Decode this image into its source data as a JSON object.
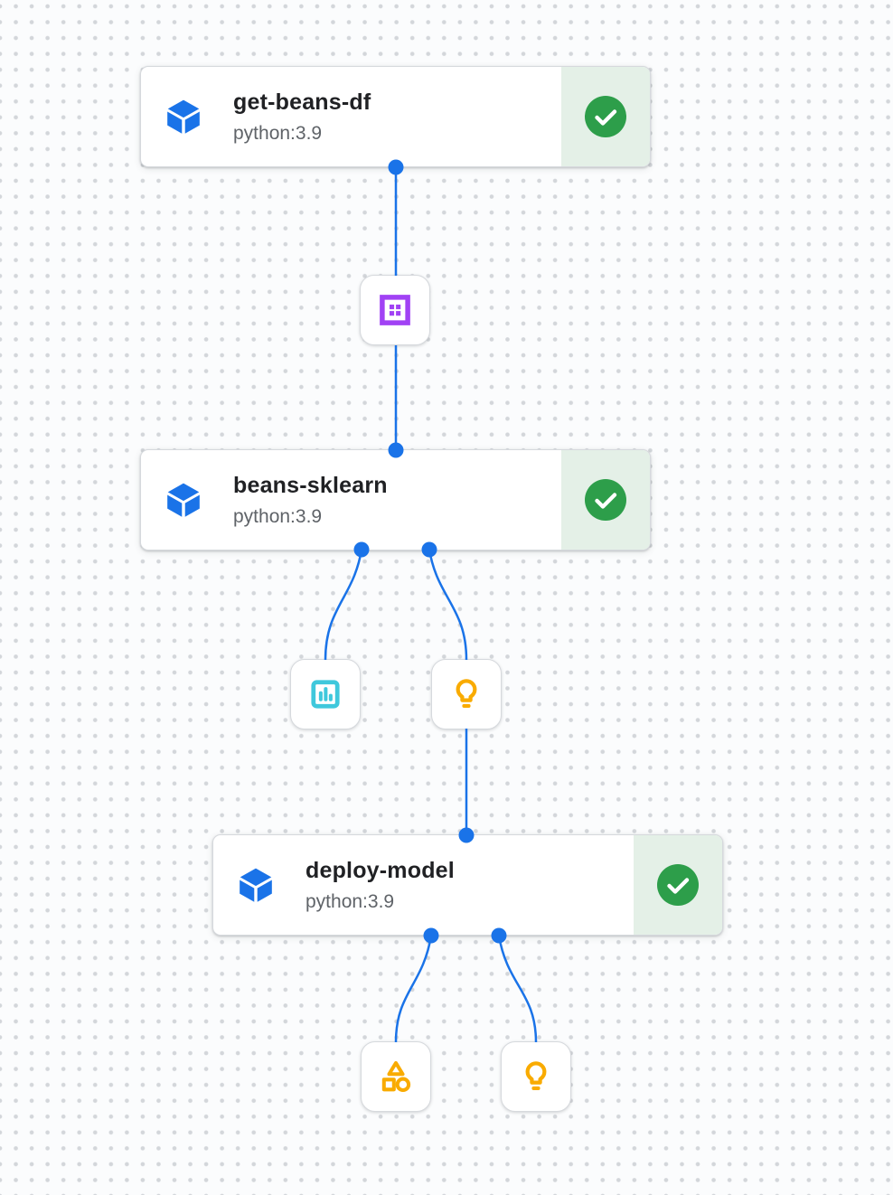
{
  "app": {
    "view": "pipeline-dag-canvas"
  },
  "colors": {
    "bg": "#fbfcfd",
    "dot": "#d3d6da",
    "card-border": "#d6d9dd",
    "title": "#202124",
    "subtitle": "#5f6368",
    "blue": "#1a73e8",
    "green": "#2d9e4a",
    "green-bg": "#e4f0e7",
    "purple": "#a142f4",
    "cyan": "#3fc8dc",
    "amber": "#f9ab00"
  },
  "nodes": [
    {
      "title": "get-beans-df",
      "subtitle": "python:3.9",
      "status": "succeeded",
      "status_icon": "success-check-icon",
      "type_icon": "cube-icon"
    },
    {
      "title": "beans-sklearn",
      "subtitle": "python:3.9",
      "status": "succeeded",
      "status_icon": "success-check-icon",
      "type_icon": "cube-icon"
    },
    {
      "title": "deploy-model",
      "subtitle": "python:3.9",
      "status": "succeeded",
      "status_icon": "success-check-icon",
      "type_icon": "cube-icon"
    }
  ],
  "artifacts": [
    {
      "type": "dataset",
      "icon": "dataset-icon",
      "color": "#a142f4"
    },
    {
      "type": "metrics",
      "icon": "metrics-icon",
      "color": "#3fc8dc"
    },
    {
      "type": "model",
      "icon": "model-icon",
      "color": "#f9ab00"
    },
    {
      "type": "artifact",
      "icon": "artifact-icon",
      "color": "#f9ab00"
    },
    {
      "type": "model",
      "icon": "model-icon",
      "color": "#f9ab00"
    }
  ],
  "edges": [
    {
      "from": "get-beans-df",
      "to": "dataset"
    },
    {
      "from": "dataset",
      "to": "beans-sklearn"
    },
    {
      "from": "beans-sklearn",
      "to": "metrics"
    },
    {
      "from": "beans-sklearn",
      "to": "model"
    },
    {
      "from": "model",
      "to": "deploy-model"
    },
    {
      "from": "deploy-model",
      "to": "artifact"
    },
    {
      "from": "deploy-model",
      "to": "model"
    }
  ]
}
